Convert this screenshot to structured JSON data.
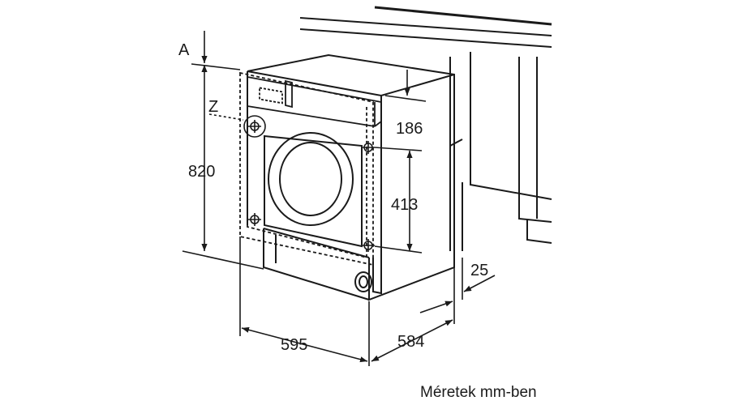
{
  "labels": {
    "a": "A",
    "z": "Z",
    "height": "820",
    "top_offset": "186",
    "bolt_spacing": "413",
    "back_offset": "25",
    "depth": "584",
    "width": "595"
  },
  "caption": "Méretek mm-ben",
  "colors": {
    "line": "#1a1a1a",
    "background": "#ffffff"
  }
}
